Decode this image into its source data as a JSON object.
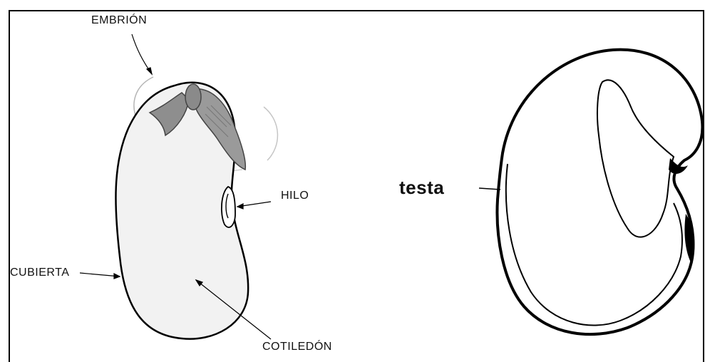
{
  "labels": {
    "embrion": "EMBRIÓN",
    "hilo": "HILO",
    "cubierta": "CUBIERTA",
    "cotiledon": "COTILEDÓN",
    "testa": "testa"
  },
  "colors": {
    "outline": "#000000",
    "embryo_fill": "#9a9a9a",
    "cotyledon_fill": "#f2f2f2"
  }
}
